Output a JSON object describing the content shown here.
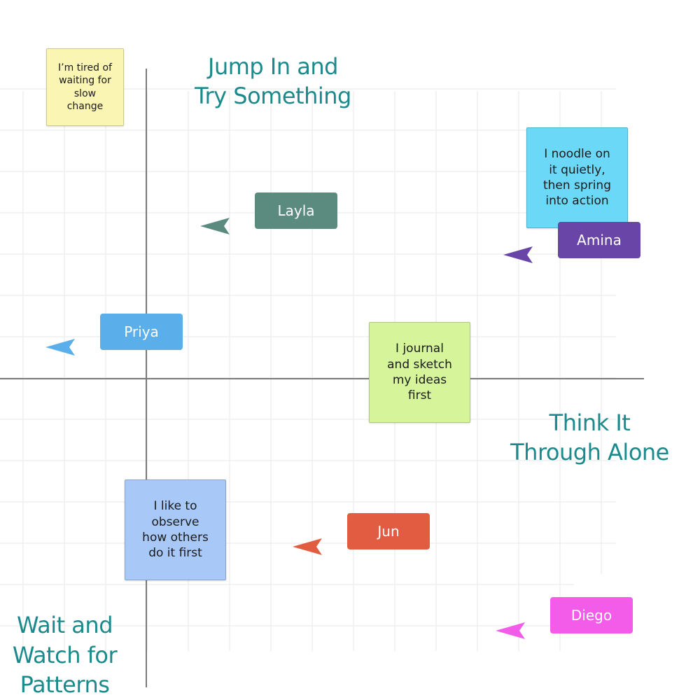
{
  "board": {
    "background": "#ffffff",
    "grid_color": "#efefef",
    "axis_color": "#7a7a7a"
  },
  "quadrant_labels": {
    "top": "Jump In and\nTry Something",
    "right": "Think It\nThrough Alone",
    "bottom_left": "Wait and\nWatch for\nPatterns",
    "color": "#1b8a8c"
  },
  "sticky_notes": [
    {
      "id": "tired",
      "text": "I’m tired of\nwaiting for\nslow\nchange",
      "color": "#fbf5b3"
    },
    {
      "id": "noodle",
      "text": "I noodle on\nit quietly,\nthen spring\ninto action",
      "color": "#6bd8f7"
    },
    {
      "id": "journal",
      "text": "I journal\nand sketch\nmy ideas\nfirst",
      "color": "#d6f59b"
    },
    {
      "id": "observe",
      "text": "I like to\nobserve\nhow others\ndo it first",
      "color": "#a8c9f7"
    }
  ],
  "collaborators": [
    {
      "name": "Layla",
      "color": "#5b8a7e"
    },
    {
      "name": "Amina",
      "color": "#6a45a8"
    },
    {
      "name": "Priya",
      "color": "#5aaeea"
    },
    {
      "name": "Jun",
      "color": "#e25c42"
    },
    {
      "name": "Diego",
      "color": "#f35ce8"
    }
  ]
}
